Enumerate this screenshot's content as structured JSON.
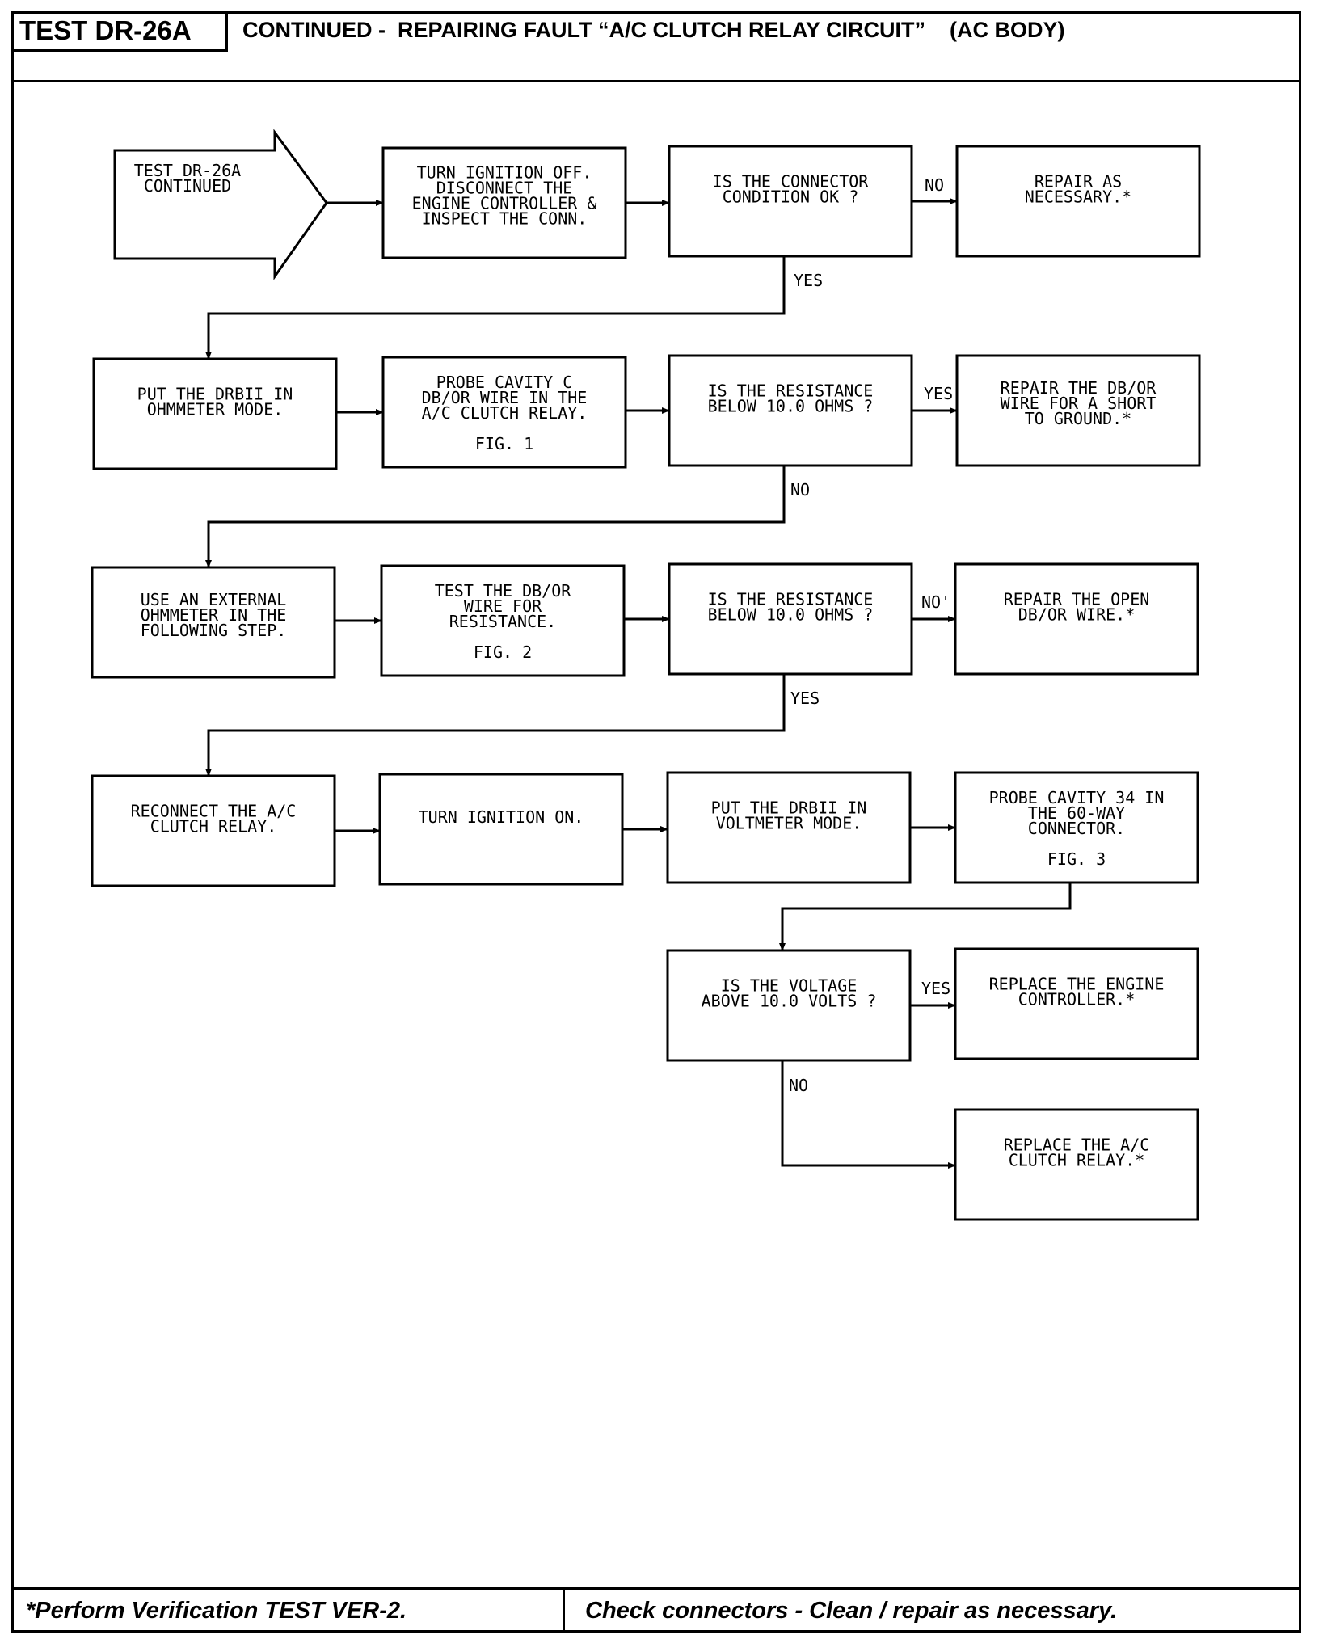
{
  "header": {
    "test_id": "TEST DR-26A",
    "title": "CONTINUED -  REPAIRING FAULT “A/C CLUTCH RELAY CIRCUIT”    (AC BODY)"
  },
  "nodes": {
    "start": [
      "TEST DR-26A",
      "CONTINUED"
    ],
    "n1": [
      "TURN IGNITION OFF.",
      "DISCONNECT THE",
      "ENGINE CONTROLLER &",
      "INSPECT THE CONN."
    ],
    "q1": [
      "IS THE CONNECTOR",
      "CONDITION OK ?"
    ],
    "r1": [
      "REPAIR AS",
      "NECESSARY.*"
    ],
    "n2": [
      "PUT THE DRBII IN",
      "OHMMETER MODE."
    ],
    "n3": [
      "PROBE CAVITY C",
      "DB/OR WIRE IN THE",
      "A/C CLUTCH RELAY.",
      "",
      "FIG. 1"
    ],
    "q2": [
      "IS THE RESISTANCE",
      "BELOW 10.0 OHMS ?"
    ],
    "r2": [
      "REPAIR THE DB/OR",
      "WIRE FOR A SHORT",
      "TO GROUND.*"
    ],
    "n4": [
      "USE AN EXTERNAL",
      "OHMMETER IN THE",
      "FOLLOWING STEP."
    ],
    "n5": [
      "TEST THE DB/OR",
      "WIRE FOR",
      "RESISTANCE.",
      "",
      "FIG. 2"
    ],
    "q3": [
      "IS THE RESISTANCE",
      "BELOW 10.0 OHMS ?"
    ],
    "r3": [
      "REPAIR THE OPEN",
      "DB/OR WIRE.*"
    ],
    "n6": [
      "RECONNECT THE A/C",
      "CLUTCH RELAY."
    ],
    "n7": [
      "TURN IGNITION ON."
    ],
    "n8": [
      "PUT THE DRBII IN",
      "VOLTMETER MODE."
    ],
    "n9": [
      "PROBE CAVITY 34 IN",
      "THE 60-WAY",
      "CONNECTOR.",
      "",
      "FIG. 3"
    ],
    "q4": [
      "IS THE VOLTAGE",
      "ABOVE 10.0 VOLTS ?"
    ],
    "r4": [
      "REPLACE THE ENGINE",
      "CONTROLLER.*"
    ],
    "r5": [
      "REPLACE THE A/C",
      "CLUTCH RELAY.*"
    ]
  },
  "labels": {
    "q1_no": "NO",
    "q1_yes": "YES",
    "q2_yes": "YES",
    "q2_no": "NO",
    "q3_no": "NO'",
    "q3_yes": "YES",
    "q4_yes": "YES",
    "q4_no": "NO"
  },
  "footer": {
    "left": "*Perform Verification TEST VER-2.",
    "right": "Check connectors - Clean / repair as necessary."
  }
}
